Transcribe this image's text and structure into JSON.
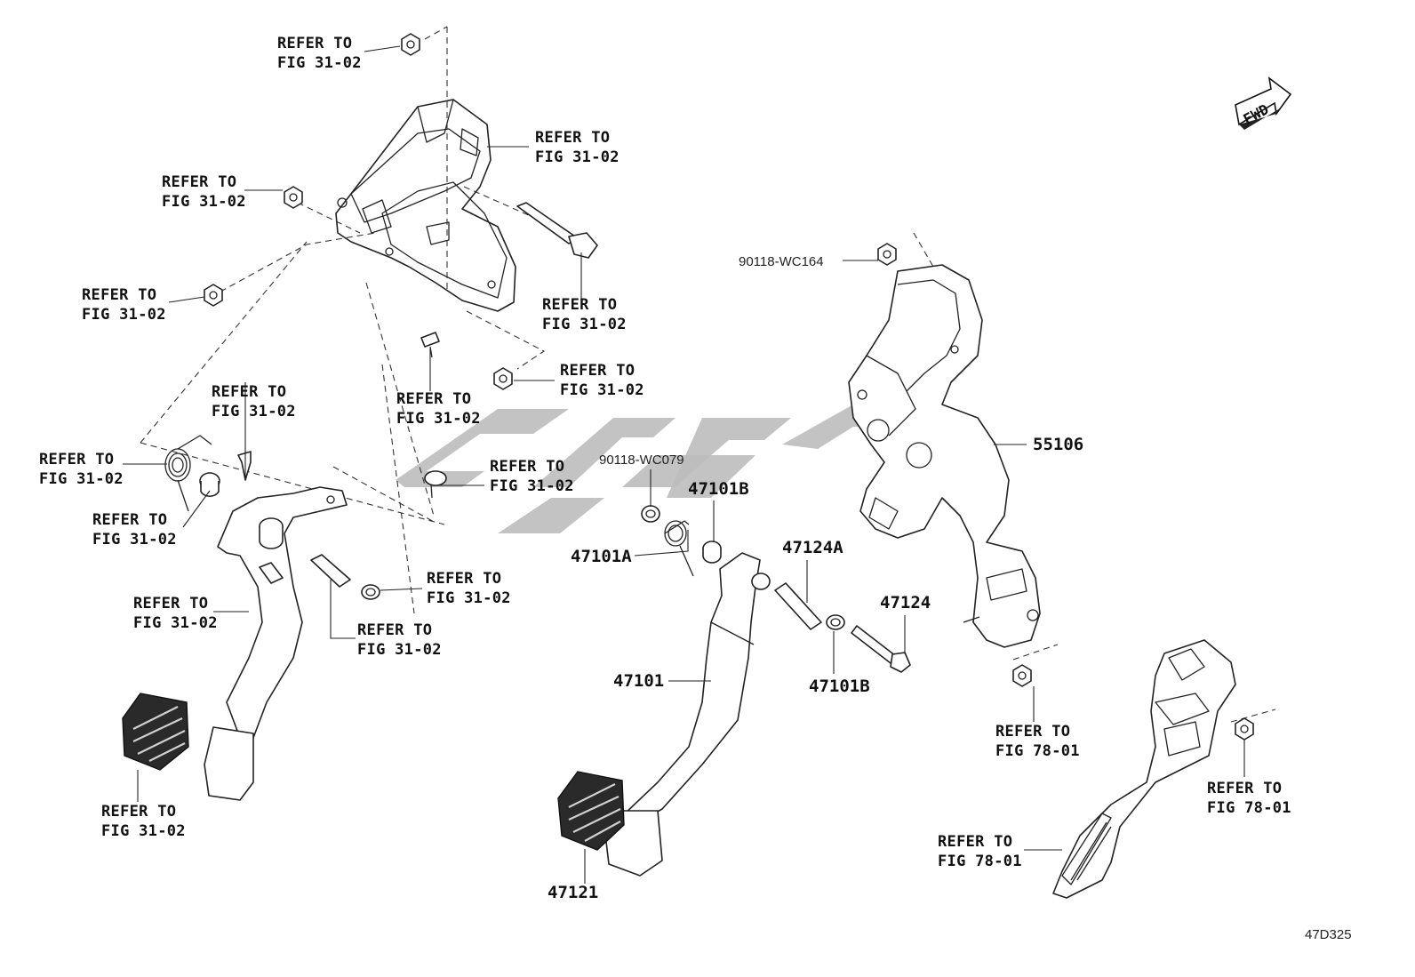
{
  "refer_label": {
    "line1": "REFER TO",
    "fig_31_02": "FIG 31-02",
    "fig_78_01": "FIG 78-01"
  },
  "part_numbers": {
    "p55106": "55106",
    "p90118_wc164": "90118-WC164",
    "p90118_wc079": "90118-WC079",
    "p47101B_top": "47101B",
    "p47101A": "47101A",
    "p47124A": "47124A",
    "p47124": "47124",
    "p47101B_bottom": "47101B",
    "p47101": "47101",
    "p47121": "47121"
  },
  "fwd_label": "FWD",
  "diagram_code": "47D325",
  "colors": {
    "line": "#222222",
    "watermark": "#bdbdbd",
    "pad": "#2a2a2a"
  }
}
